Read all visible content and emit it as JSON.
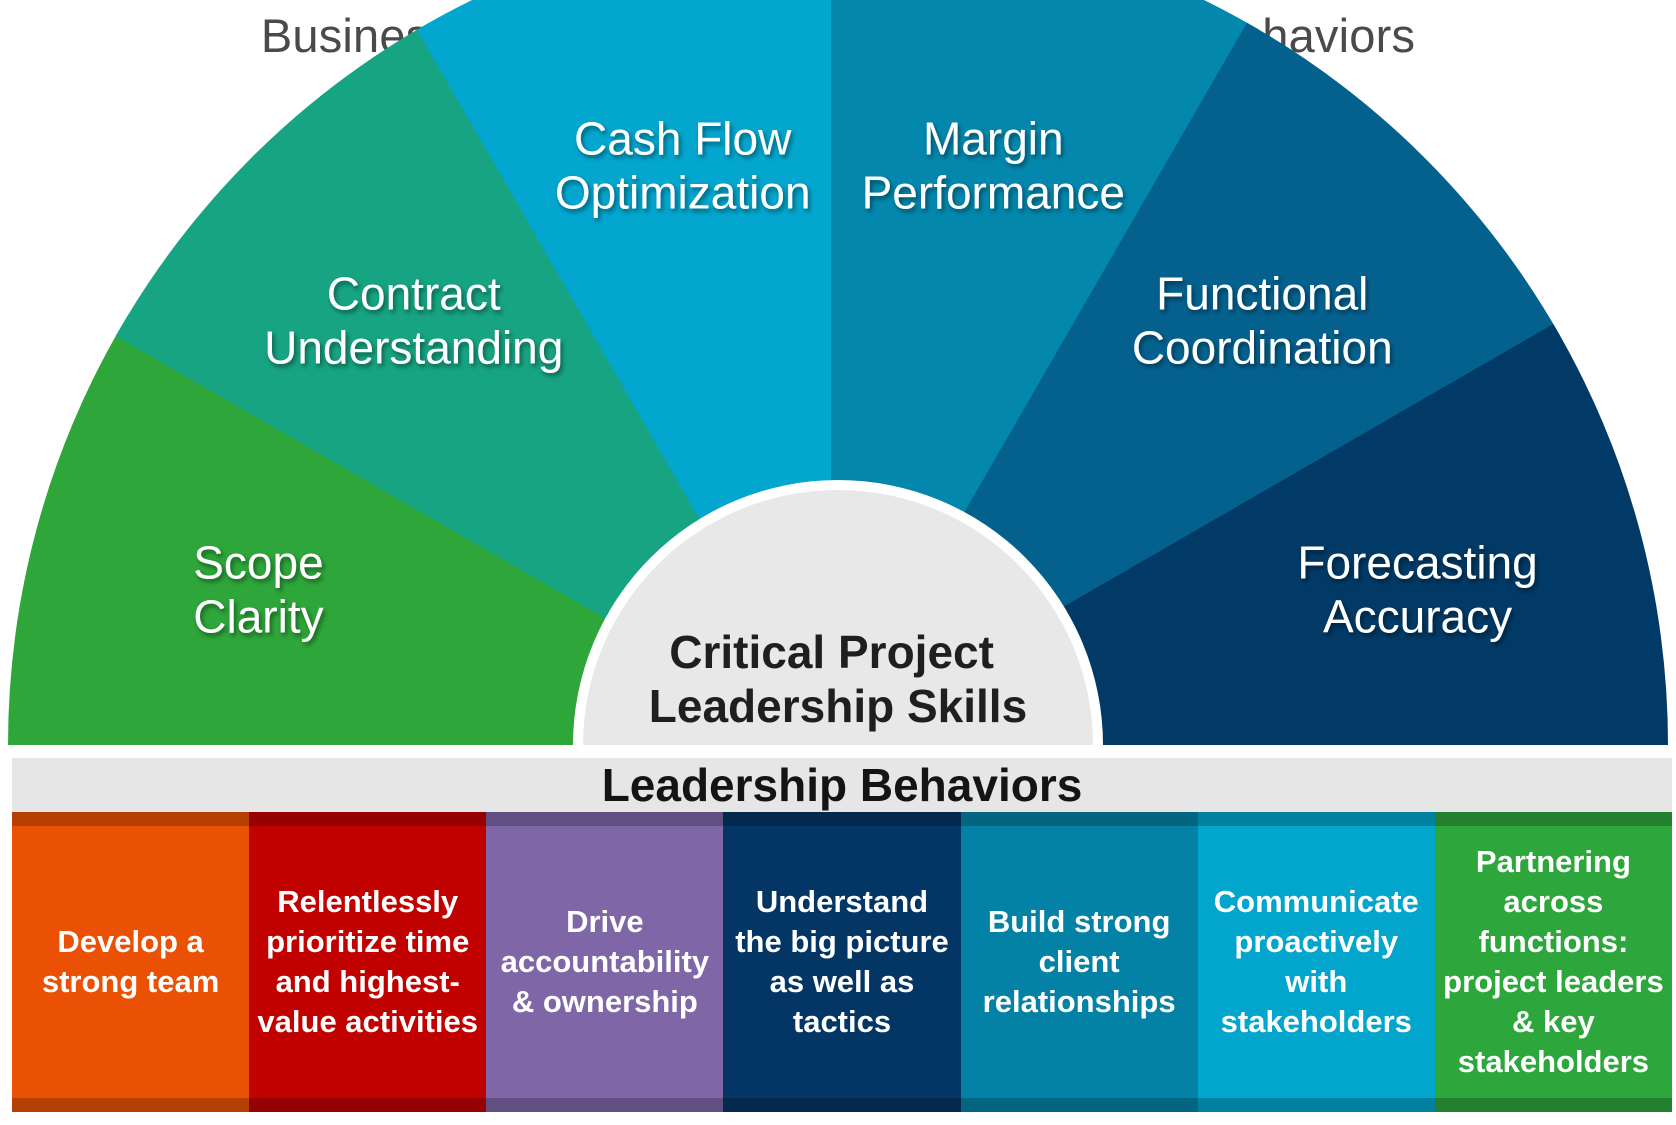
{
  "title": "Business Acumen Also Requires Leadership Behaviors",
  "fan": {
    "segments": [
      {
        "lines": [
          "Scope",
          "Clarity"
        ],
        "color": "#2ea63a"
      },
      {
        "lines": [
          "Contract",
          "Understanding"
        ],
        "color": "#16a482"
      },
      {
        "lines": [
          "Cash Flow",
          "Optimization"
        ],
        "color": "#02a6ce"
      },
      {
        "lines": [
          "Margin",
          "Performance"
        ],
        "color": "#0387ad"
      },
      {
        "lines": [
          "Functional",
          "Coordination"
        ],
        "color": "#04618e"
      },
      {
        "lines": [
          "Forecasting",
          "Accuracy"
        ],
        "color": "#013a66"
      }
    ],
    "center": {
      "lines": [
        "Critical Project",
        "Leadership Skills"
      ],
      "color": "#e8e8e8"
    }
  },
  "behaviors": {
    "heading": "Leadership Behaviors",
    "items": [
      {
        "text": "Develop a strong team",
        "color": "#ea5105"
      },
      {
        "text": "Relentlessly prioritize time and highest-value activities",
        "color": "#c10000"
      },
      {
        "text": "Drive accountability & ownership",
        "color": "#7e66a7"
      },
      {
        "text": "Understand the big picture as well as tactics",
        "color": "#043665"
      },
      {
        "text": "Build strong client relationships",
        "color": "#0482a6"
      },
      {
        "text": "Communicate proactively with stakeholders",
        "color": "#02a6cc"
      },
      {
        "text": "Partnering across functions: project leaders & key stakeholders",
        "color": "#2da63c"
      }
    ]
  }
}
